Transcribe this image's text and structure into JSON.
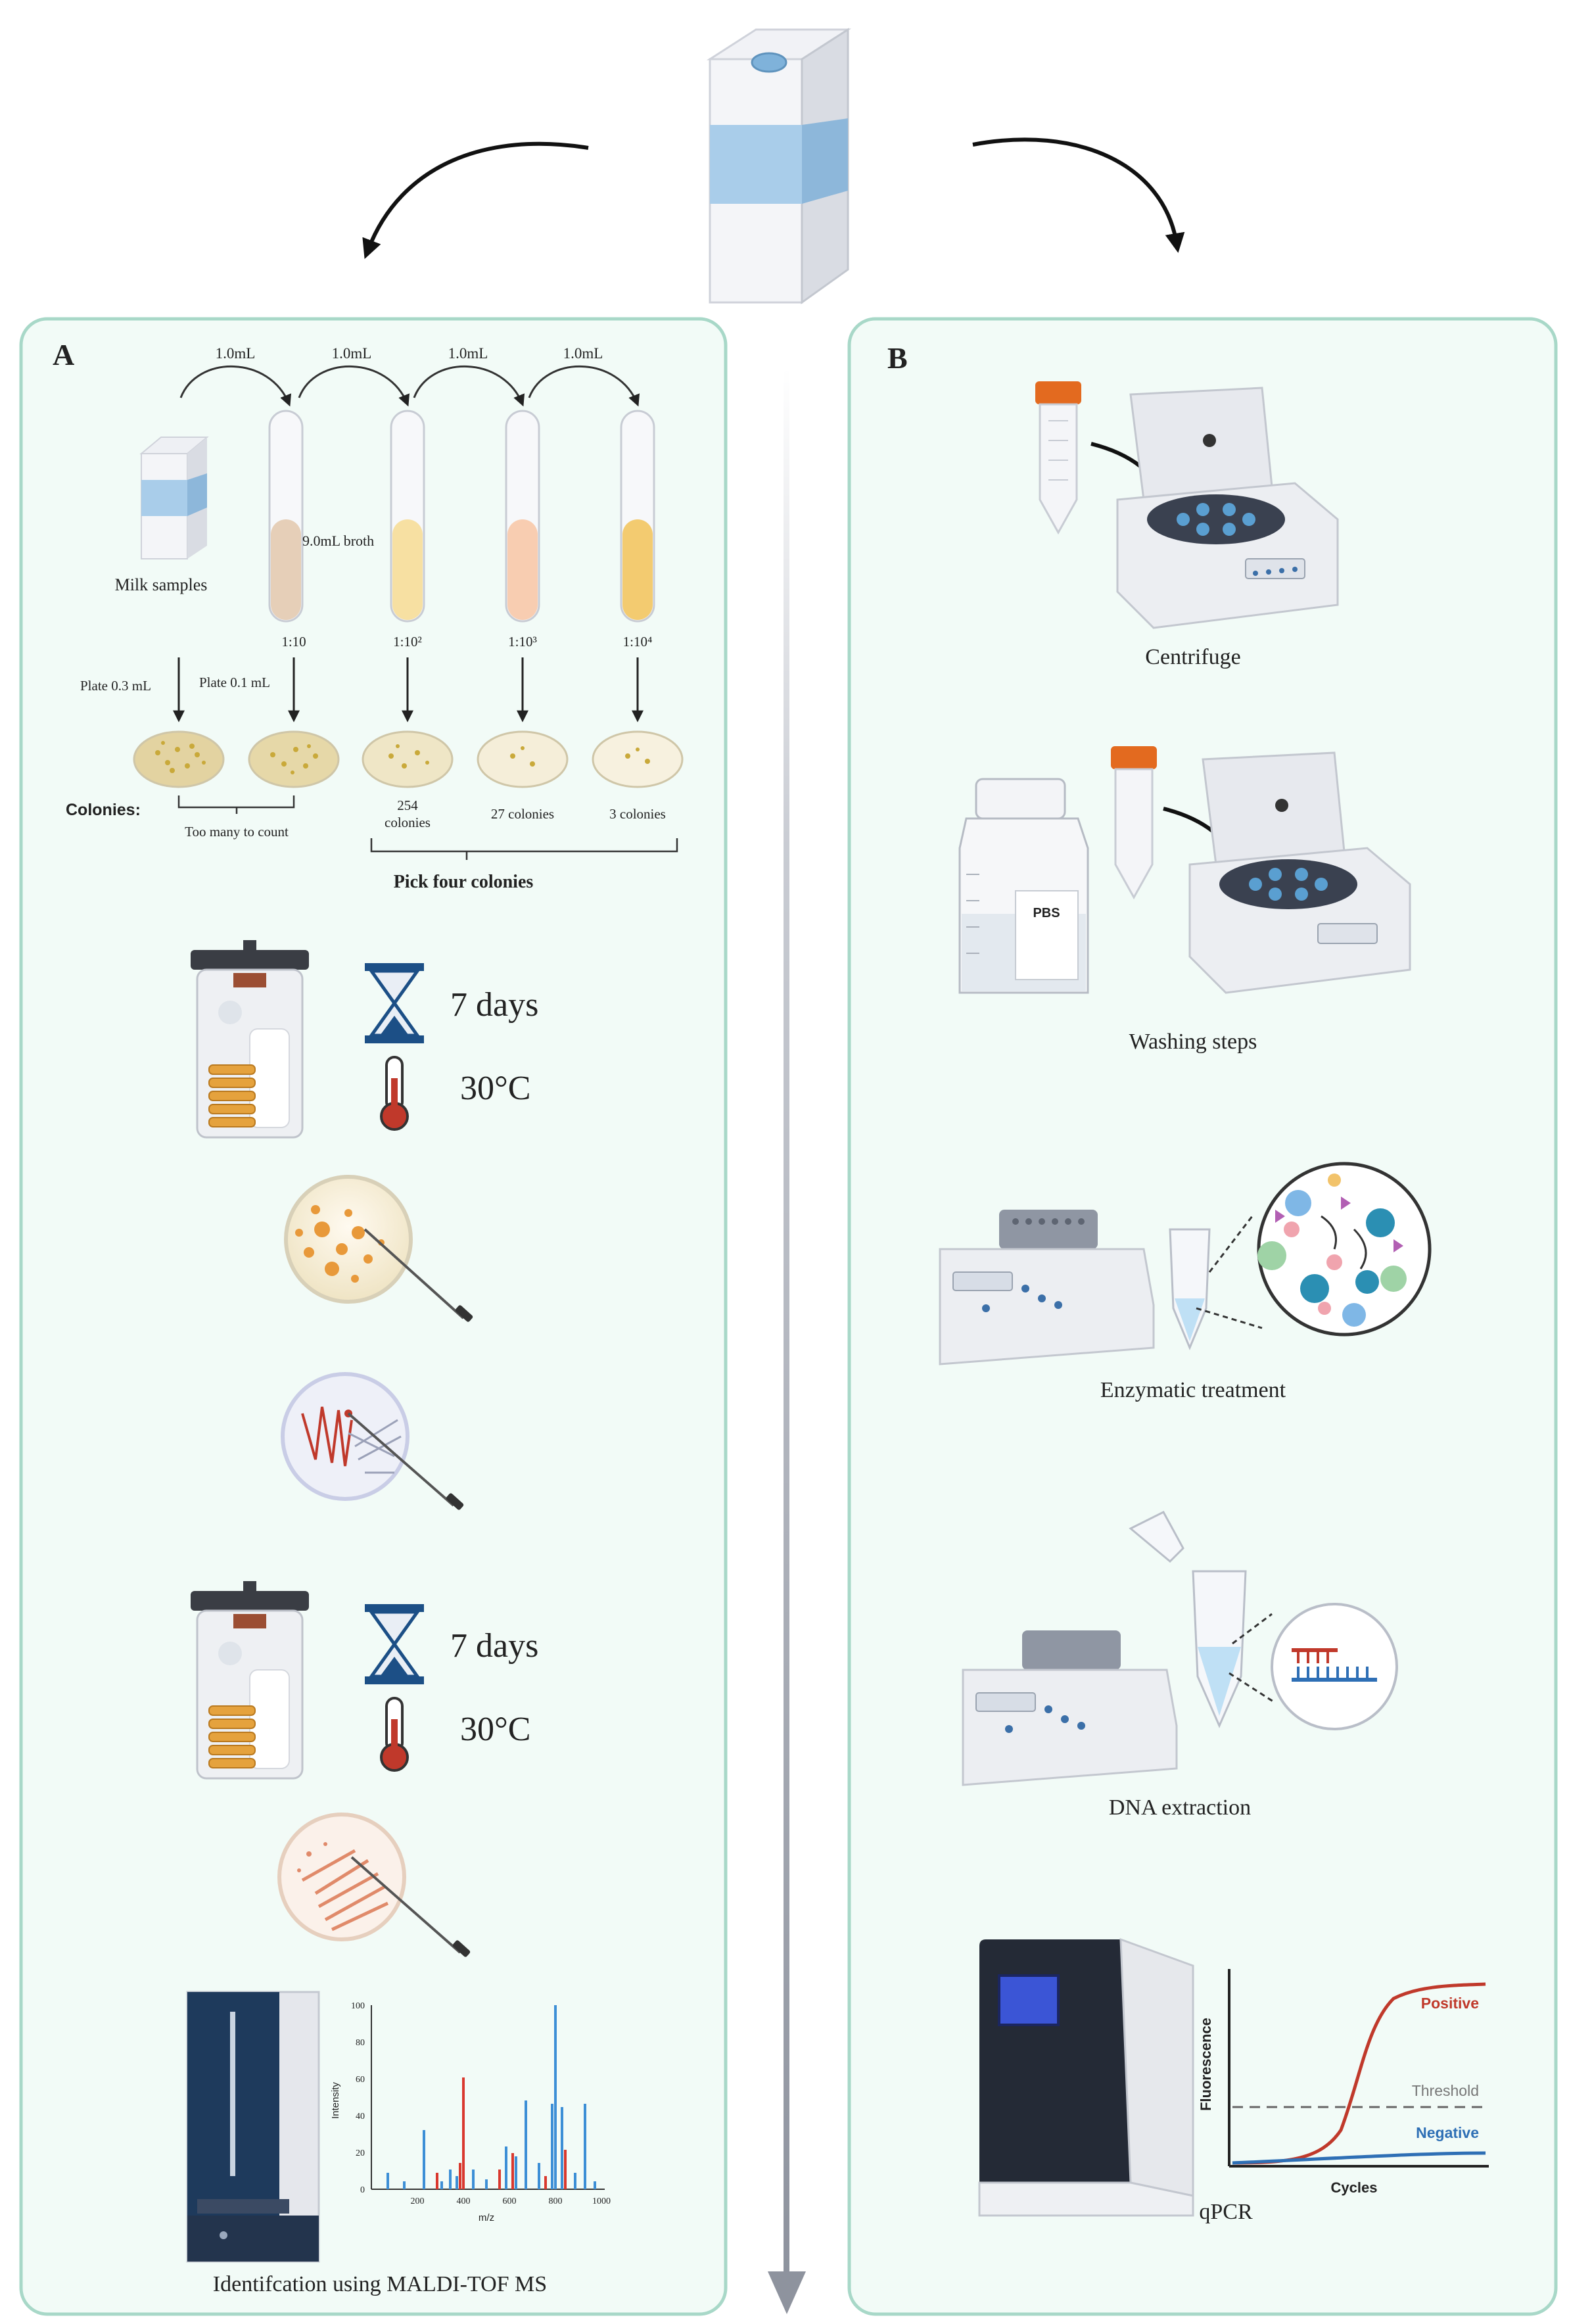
{
  "panels": {
    "a_letter": "A",
    "b_letter": "B"
  },
  "dilution": {
    "transfers": [
      "1.0mL",
      "1.0mL",
      "1.0mL",
      "1.0mL"
    ],
    "milk_label": "Milk samples",
    "broth_label": "9.0mL broth",
    "ratios": [
      "1:10",
      "1:10²",
      "1:10³",
      "1:10⁴"
    ],
    "plate_labels": [
      "Plate 0.3 mL",
      "Plate 0.1 mL"
    ],
    "colonies_label": "Colonies:",
    "counts": [
      "Too many to count",
      "254",
      "colonies",
      "27 colonies",
      "3 colonies"
    ],
    "pick_label": "Pick four colonies"
  },
  "incubation": [
    {
      "days": "7 days",
      "temp": "30°C"
    },
    {
      "days": "7 days",
      "temp": "30°C"
    }
  ],
  "maldi": {
    "label": "Identifcation using MALDI-TOF MS",
    "ylabel": "Intensity",
    "xlabel": "m/z",
    "yticks": [
      "0",
      "20",
      "40",
      "60",
      "80",
      "100"
    ],
    "xticks": [
      "200",
      "400",
      "600",
      "800",
      "1000"
    ]
  },
  "steps_b": [
    "Centrifuge",
    "Washing steps",
    "Enzymatic treatment",
    "DNA extraction",
    "qPCR"
  ],
  "pbs_label": "PBS",
  "qpcr": {
    "ylabel": "Fluorescence",
    "xlabel": "Cycles",
    "positive": "Positive",
    "threshold": "Threshold",
    "negative": "Negative"
  },
  "colors": {
    "panel_bg": "#f2fbf7",
    "panel_border": "#a8d8c8",
    "milk_blue": "#a9cdea",
    "positive_red": "#c0392b",
    "negative_blue": "#2e6fb5",
    "spectrum_blue": "#3d8fd6",
    "spectrum_red": "#d9382e"
  }
}
